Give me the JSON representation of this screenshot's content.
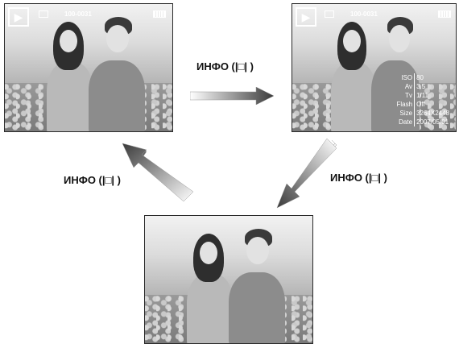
{
  "hud": {
    "file_number": "100-0031",
    "play_icon": "play-mode-icon",
    "memory_icon": "memory-card-icon",
    "battery_icon": "battery-icon"
  },
  "info_panel": [
    {
      "key": "ISO",
      "value": "80"
    },
    {
      "key": "Av",
      "value": "3.5"
    },
    {
      "key": "Tv",
      "value": "1/11"
    },
    {
      "key": "Flash",
      "value": "Off"
    },
    {
      "key": "Size",
      "value": "3264X2448"
    },
    {
      "key": "Date",
      "value": "2007/05/01"
    }
  ],
  "labels": {
    "arrow_1": "ИНФО (|□| )",
    "arrow_2": "ИНФО (|□| )",
    "arrow_3": "ИНФО (|□| )"
  },
  "colors": {
    "arrow_dark": "#3a3a3a",
    "arrow_light": "#ffffff"
  }
}
